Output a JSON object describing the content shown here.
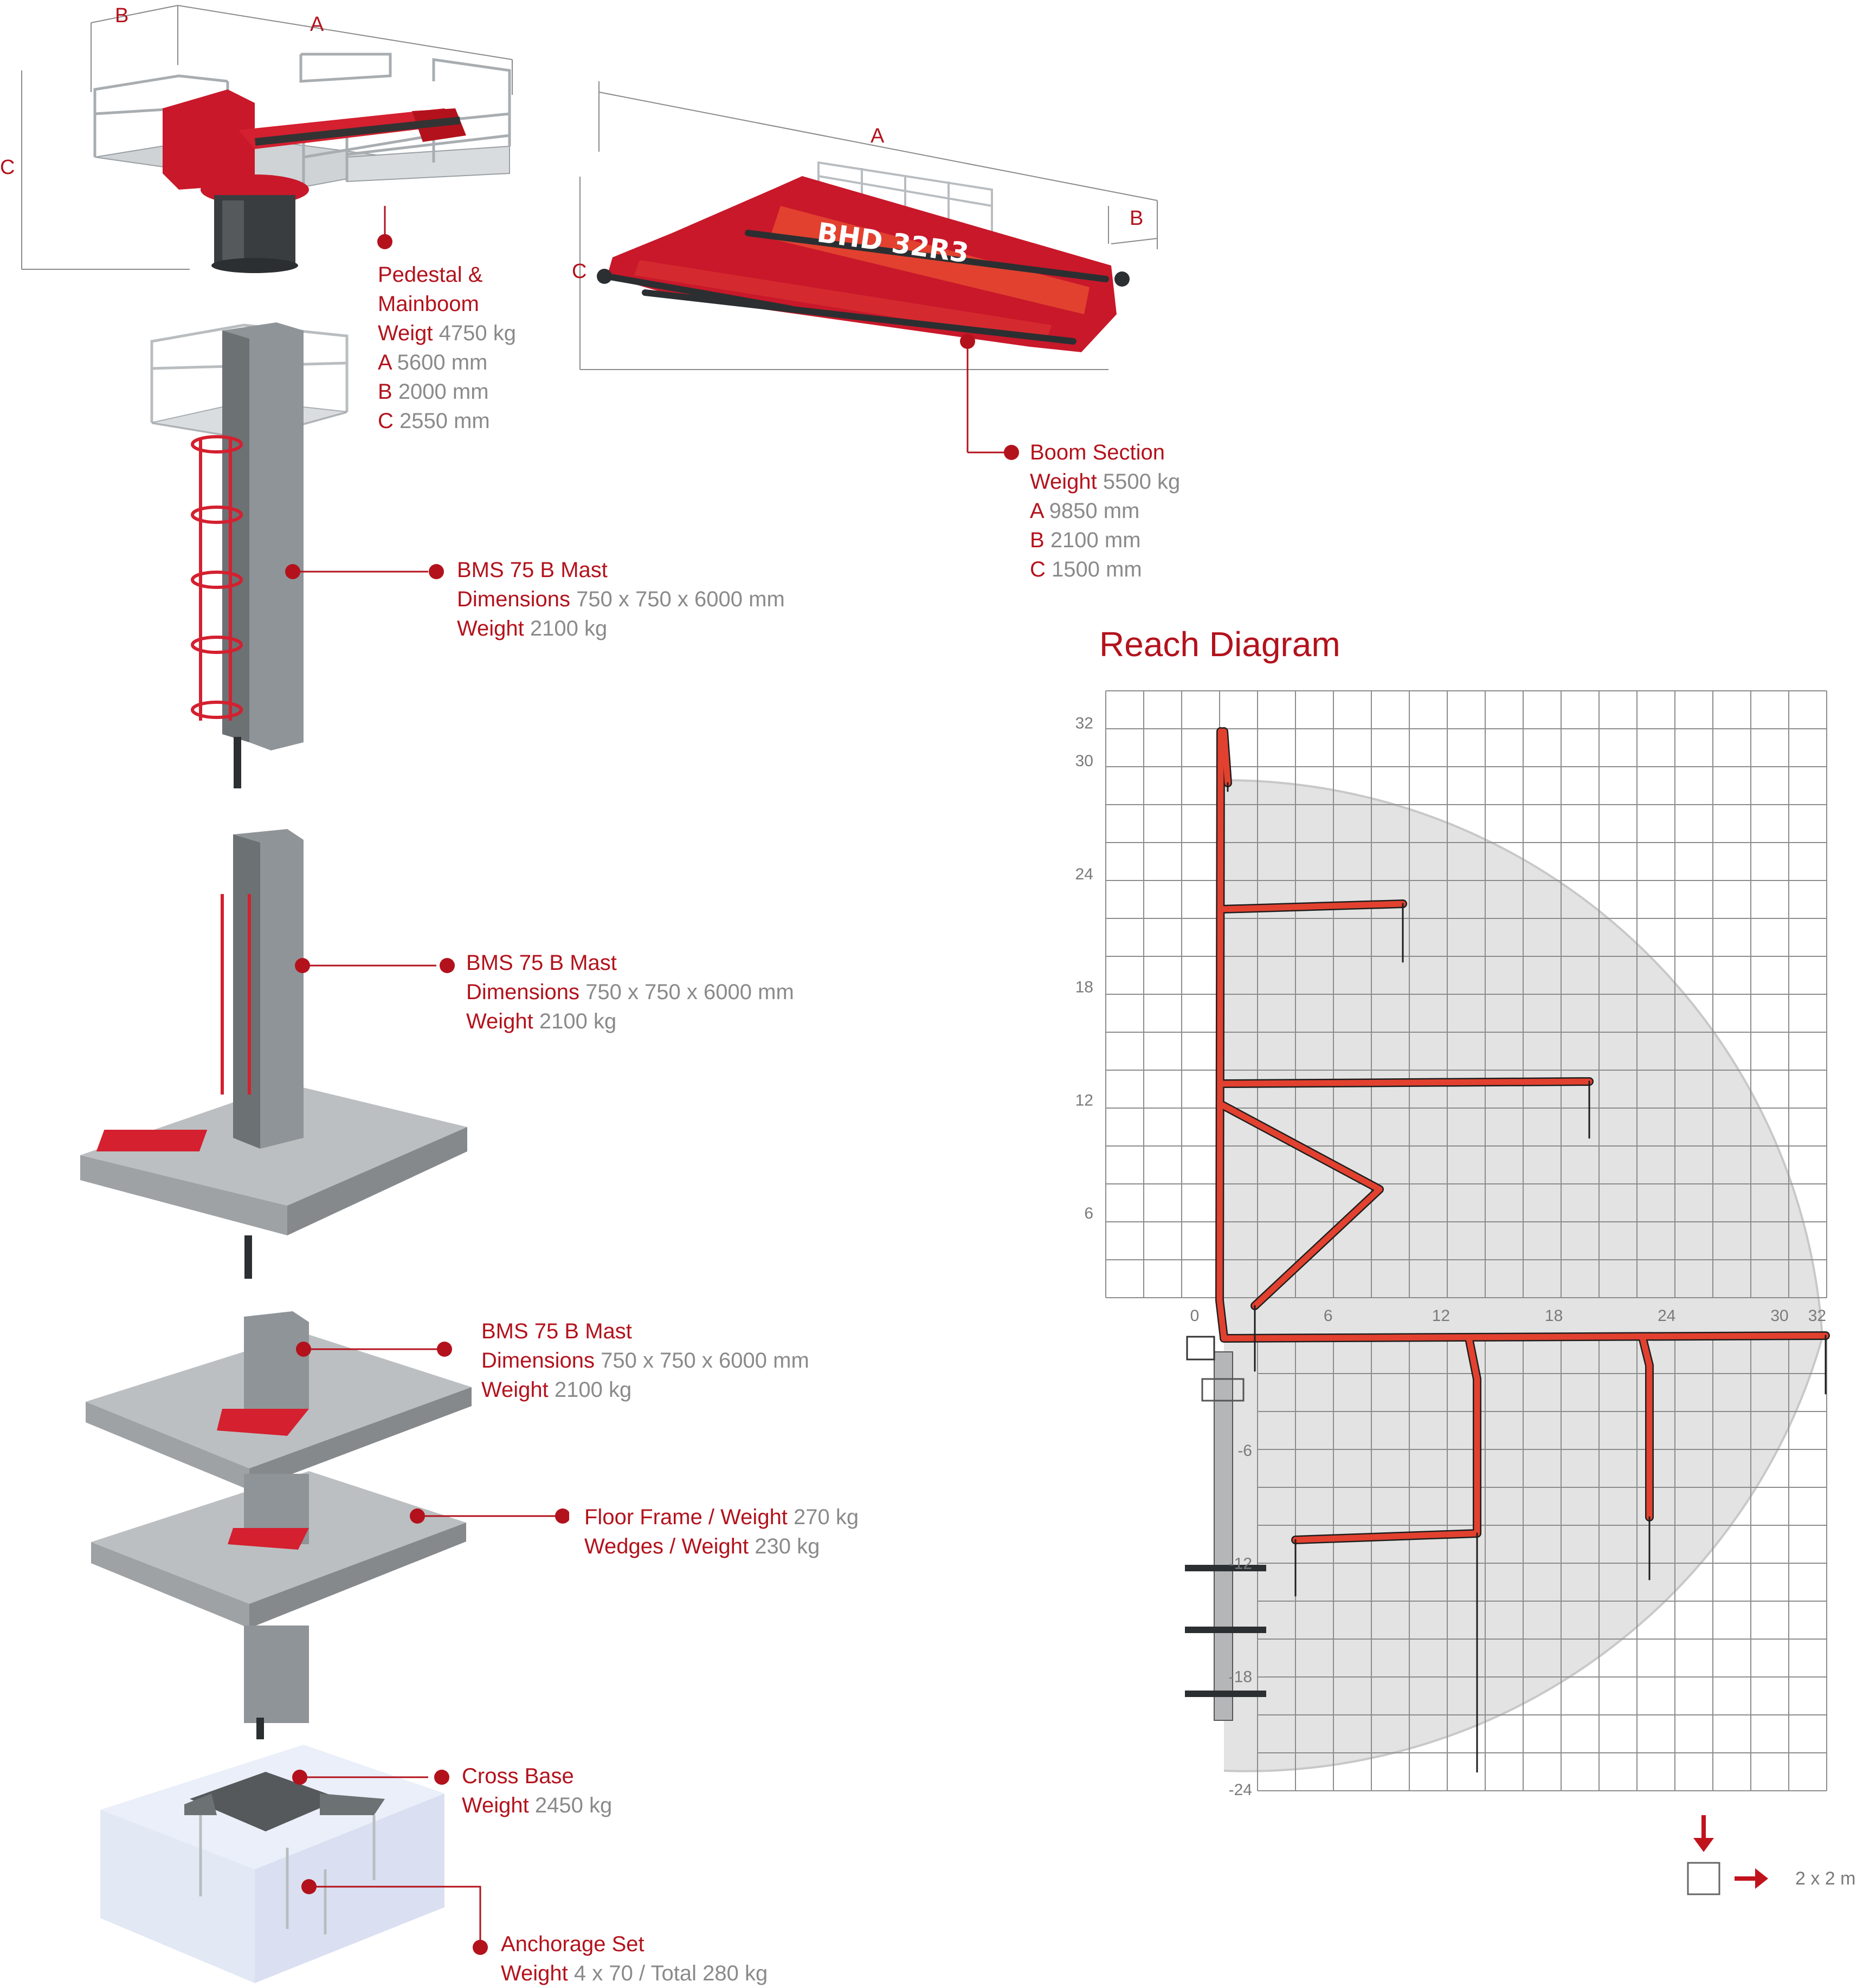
{
  "components": {
    "pedestal": {
      "name_line1": "Pedestal &",
      "name_line2": "Mainboom",
      "weight_key": "Weigt",
      "weight_val": "4750 kg",
      "a_key": "A",
      "a_val": "5600 mm",
      "b_key": "B",
      "b_val": "2000 mm",
      "c_key": "C",
      "c_val": "2550 mm"
    },
    "boom": {
      "name": "Boom Section",
      "weight_key": "Weight",
      "weight_val": "5500 kg",
      "a_key": "A",
      "a_val": "9850 mm",
      "b_key": "B",
      "b_val": "2100 mm",
      "c_key": "C",
      "c_val": "1500 mm",
      "boom_text": "BHD 32R3"
    },
    "mast1": {
      "name": "BMS 75 B Mast",
      "dim_key": "Dimensions",
      "dim_val": "750 x 750 x 6000 mm",
      "weight_key": "Weight",
      "weight_val": "2100 kg"
    },
    "mast2": {
      "name": "BMS 75 B Mast",
      "dim_key": "Dimensions",
      "dim_val": "750 x 750 x 6000 mm",
      "weight_key": "Weight",
      "weight_val": "2100 kg"
    },
    "mast3": {
      "name": "BMS 75 B Mast",
      "dim_key": "Dimensions",
      "dim_val": "750 x 750 x 6000 mm",
      "weight_key": "Weight",
      "weight_val": "2100 kg"
    },
    "floor": {
      "frame_key": "Floor Frame / Weight",
      "frame_val": "270 kg",
      "wedges_key": "Wedges / Weight",
      "wedges_val": "230 kg"
    },
    "cross_base": {
      "name": "Cross Base",
      "weight_key": "Weight",
      "weight_val": "2450 kg"
    },
    "anchorage": {
      "name": "Anchorage Set",
      "weight_key": "Weight",
      "weight_val": "4 x 70 / Total 280 kg"
    }
  },
  "dimension_letters": {
    "a": "A",
    "b": "B",
    "c": "C"
  },
  "reach_diagram": {
    "title": "Reach Diagram",
    "x_ticks": [
      "0",
      "6",
      "12",
      "18",
      "24",
      "30",
      "32"
    ],
    "y_ticks_pos": [
      "32",
      "30",
      "24",
      "18",
      "12",
      "6"
    ],
    "y_ticks_neg": [
      "-6",
      "-12",
      "-18",
      "-24"
    ],
    "scale_label": "2 x 2 m"
  },
  "colors": {
    "brand_red": "#b3121c",
    "boom_red": "#e2412f",
    "grid": "#8c8c8c",
    "text_gray": "#8a8a8a"
  }
}
